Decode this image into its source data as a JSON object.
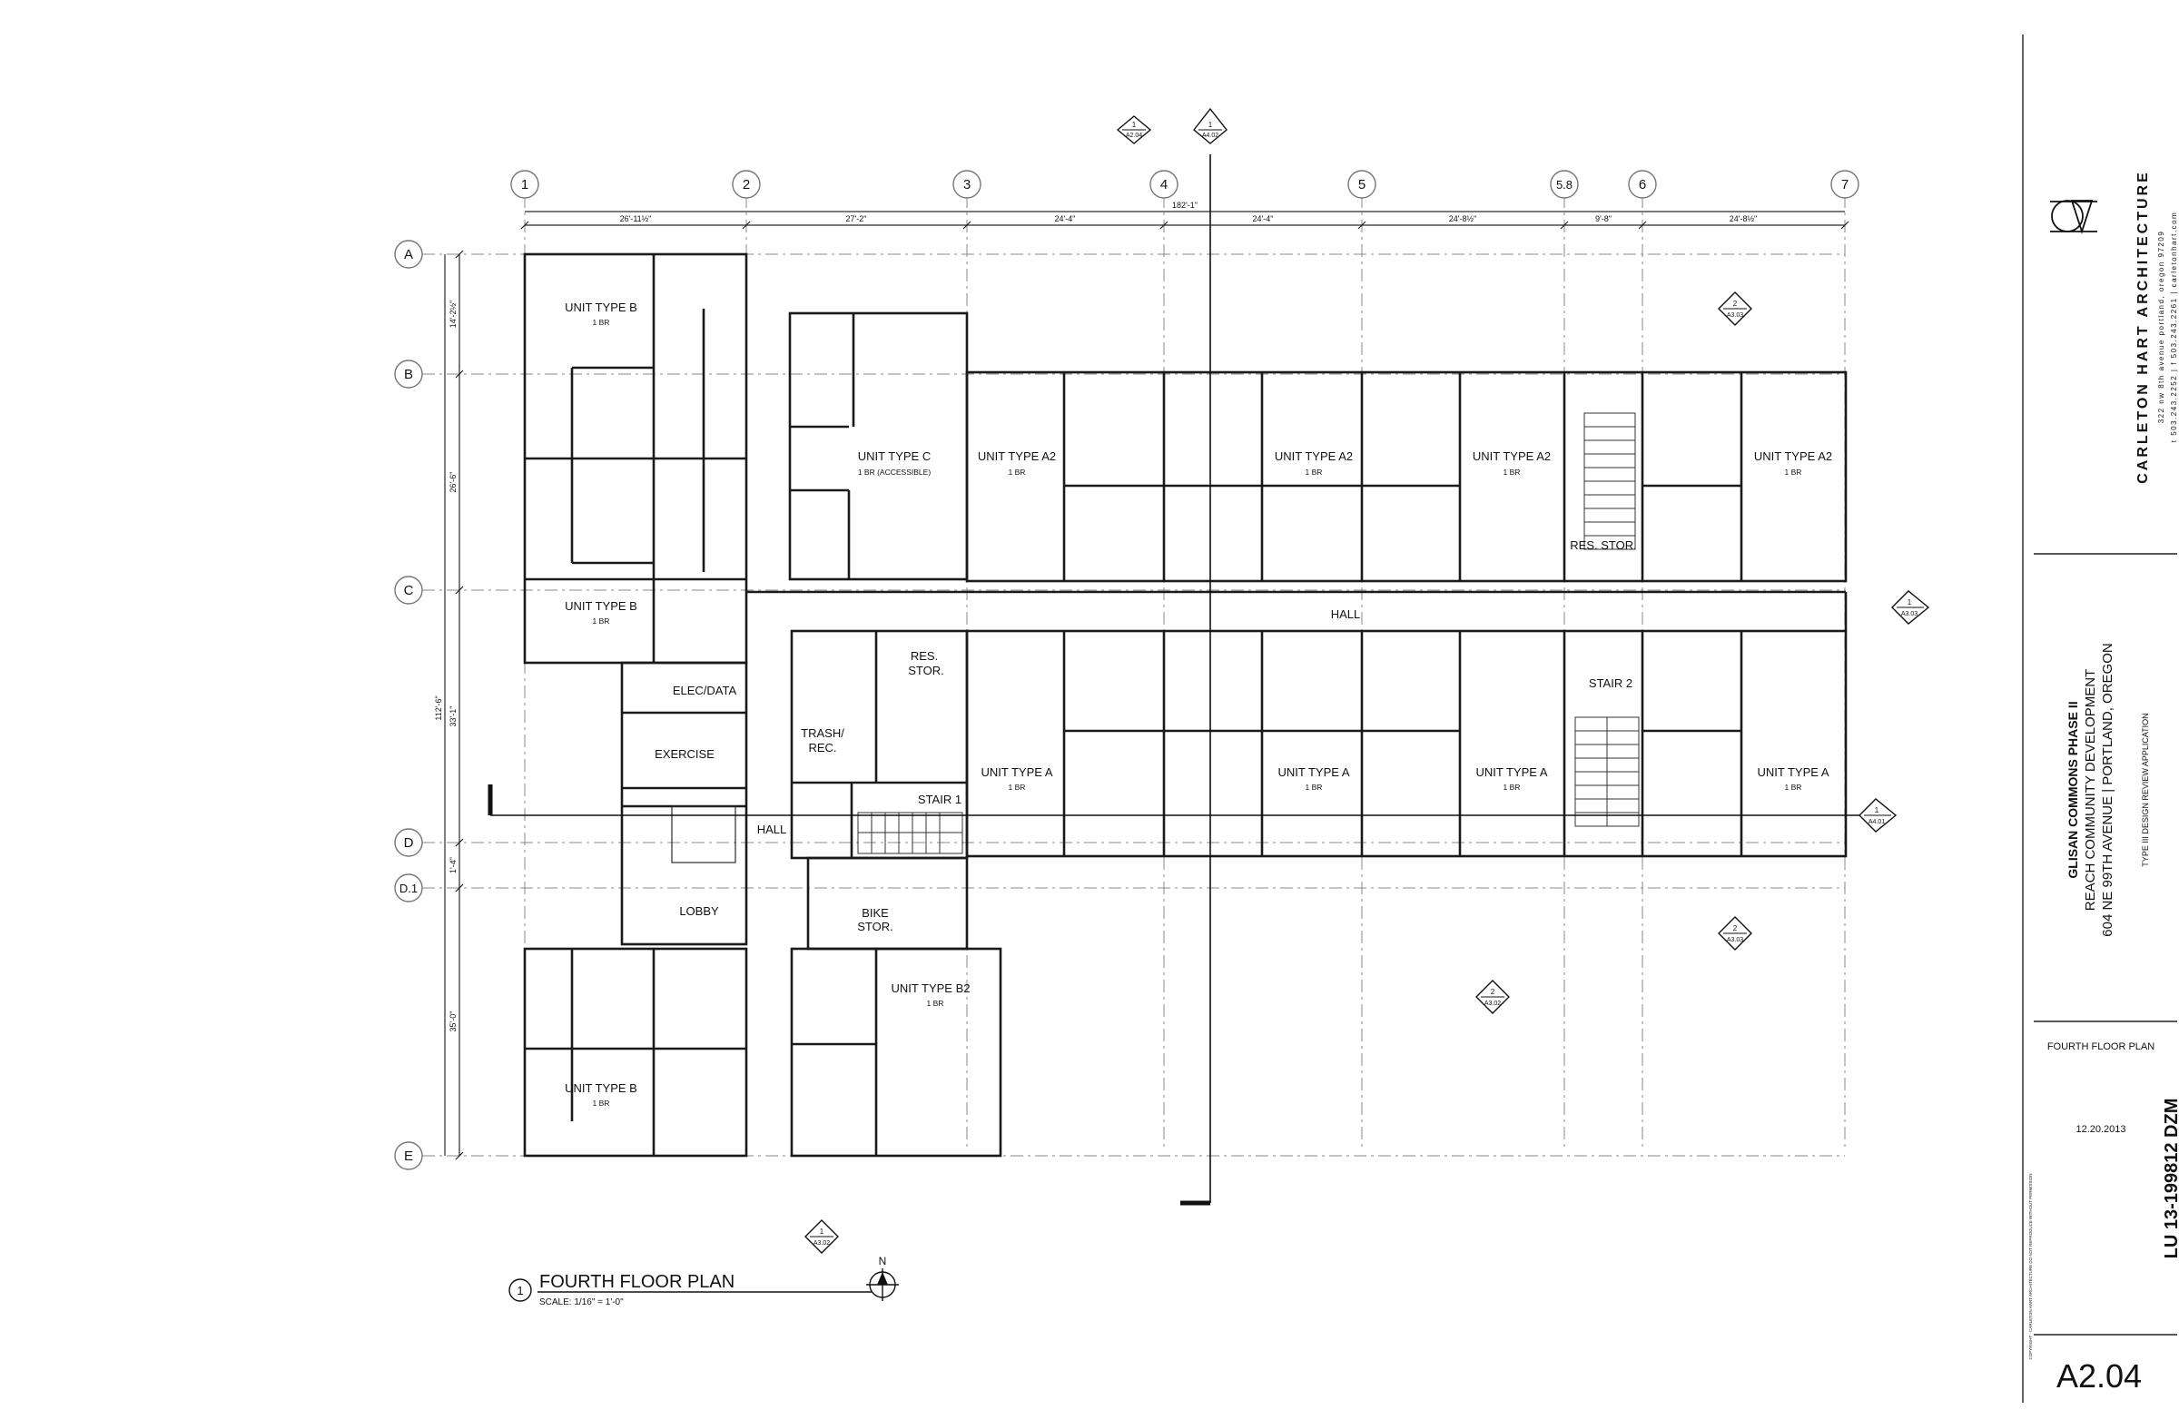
{
  "grid": {
    "columns": [
      "1",
      "2",
      "3",
      "4",
      "5",
      "5.8",
      "6",
      "7"
    ],
    "rows": [
      "A",
      "B",
      "C",
      "D",
      "D.1",
      "E"
    ]
  },
  "dimensions": {
    "overall_width": "182'-1\"",
    "segments": [
      "26'-11½\"",
      "27'-2\"",
      "24'-4\"",
      "24'-4\"",
      "24'-8½\"",
      "9'-8\"",
      "24'-8½\""
    ],
    "overall_depth": "112'-6\"",
    "rows": [
      "14'-2½\"",
      "26'-6\"",
      "33'-1\"",
      "1'-4\"",
      "35'-0\""
    ]
  },
  "rooms": {
    "unit_b_top": {
      "name": "UNIT TYPE B",
      "size": "1 BR"
    },
    "unit_b_mid": {
      "name": "UNIT TYPE B",
      "size": "1 BR"
    },
    "unit_b_bottom": {
      "name": "UNIT TYPE B",
      "size": "1 BR"
    },
    "unit_c": {
      "name": "UNIT TYPE C",
      "size": "1 BR (ACCESSIBLE)"
    },
    "unit_a2_1": {
      "name": "UNIT TYPE A2",
      "size": "1 BR"
    },
    "unit_a2_2": {
      "name": "UNIT TYPE A2",
      "size": "1 BR"
    },
    "unit_a2_3": {
      "name": "UNIT TYPE A2",
      "size": "1 BR"
    },
    "unit_a2_4": {
      "name": "UNIT TYPE A2",
      "size": "1 BR"
    },
    "unit_a_1": {
      "name": "UNIT TYPE A",
      "size": "1 BR"
    },
    "unit_a_2": {
      "name": "UNIT TYPE A",
      "size": "1 BR"
    },
    "unit_a_3": {
      "name": "UNIT TYPE A",
      "size": "1 BR"
    },
    "unit_a_4": {
      "name": "UNIT TYPE A",
      "size": "1 BR"
    },
    "unit_b2": {
      "name": "UNIT TYPE B2",
      "size": "1 BR"
    },
    "res_stor_top": "RES. STOR.",
    "res_stor_mid": {
      "line1": "RES.",
      "line2": "STOR."
    },
    "hall_main": "HALL",
    "hall_side": "HALL",
    "stair_1": "STAIR 1",
    "stair_2": "STAIR 2",
    "elec_data": "ELEC/DATA",
    "exercise": "EXERCISE",
    "trash": {
      "line1": "TRASH/",
      "line2": "REC."
    },
    "lobby": "LOBBY",
    "bike_stor": {
      "line1": "BIKE",
      "line2": "STOR."
    }
  },
  "section_markers": {
    "m1": {
      "num": "1",
      "ref": "A2.04"
    },
    "m2": {
      "num": "1",
      "ref": "A4.02"
    },
    "m3": {
      "num": "2",
      "ref": "A3.03"
    },
    "m4": {
      "num": "1",
      "ref": "A3.03"
    },
    "m5": {
      "num": "1",
      "ref": "A4.01"
    },
    "m6": {
      "num": "2",
      "ref": "A3.03"
    },
    "m7": {
      "num": "2",
      "ref": "A3.02"
    },
    "m8": {
      "num": "1",
      "ref": "A3.02"
    }
  },
  "drawing_title": {
    "number": "1",
    "title": "FOURTH FLOOR PLAN",
    "scale": "SCALE: 1/16\" = 1'-0\"",
    "north": "N"
  },
  "title_block": {
    "firm": "CARLETON HART ARCHITECTURE",
    "firm_address": "322 nw 8th avenue portland, oregon 97209",
    "firm_contact": "t 503.243.2252 | f 503.243.2261 | carletonhart.com",
    "project_name": "GLISAN COMMONS PHASE II",
    "client": "REACH COMMUNITY DEVELOPMENT",
    "address": "604 NE 99TH AVENUE | PORTLAND, OREGON",
    "application": "TYPE III DESIGN REVIEW APPLICATION",
    "sheet_title": "FOURTH FLOOR PLAN",
    "date": "12.20.2013",
    "case_number": "LU 13-199812 DZM",
    "copyright": "COPYRIGHT - CARLETON HART ARCHITECTURE DO NOT REPRODUCE WITHOUT PERMISSION",
    "sheet_number": "A2.04"
  }
}
